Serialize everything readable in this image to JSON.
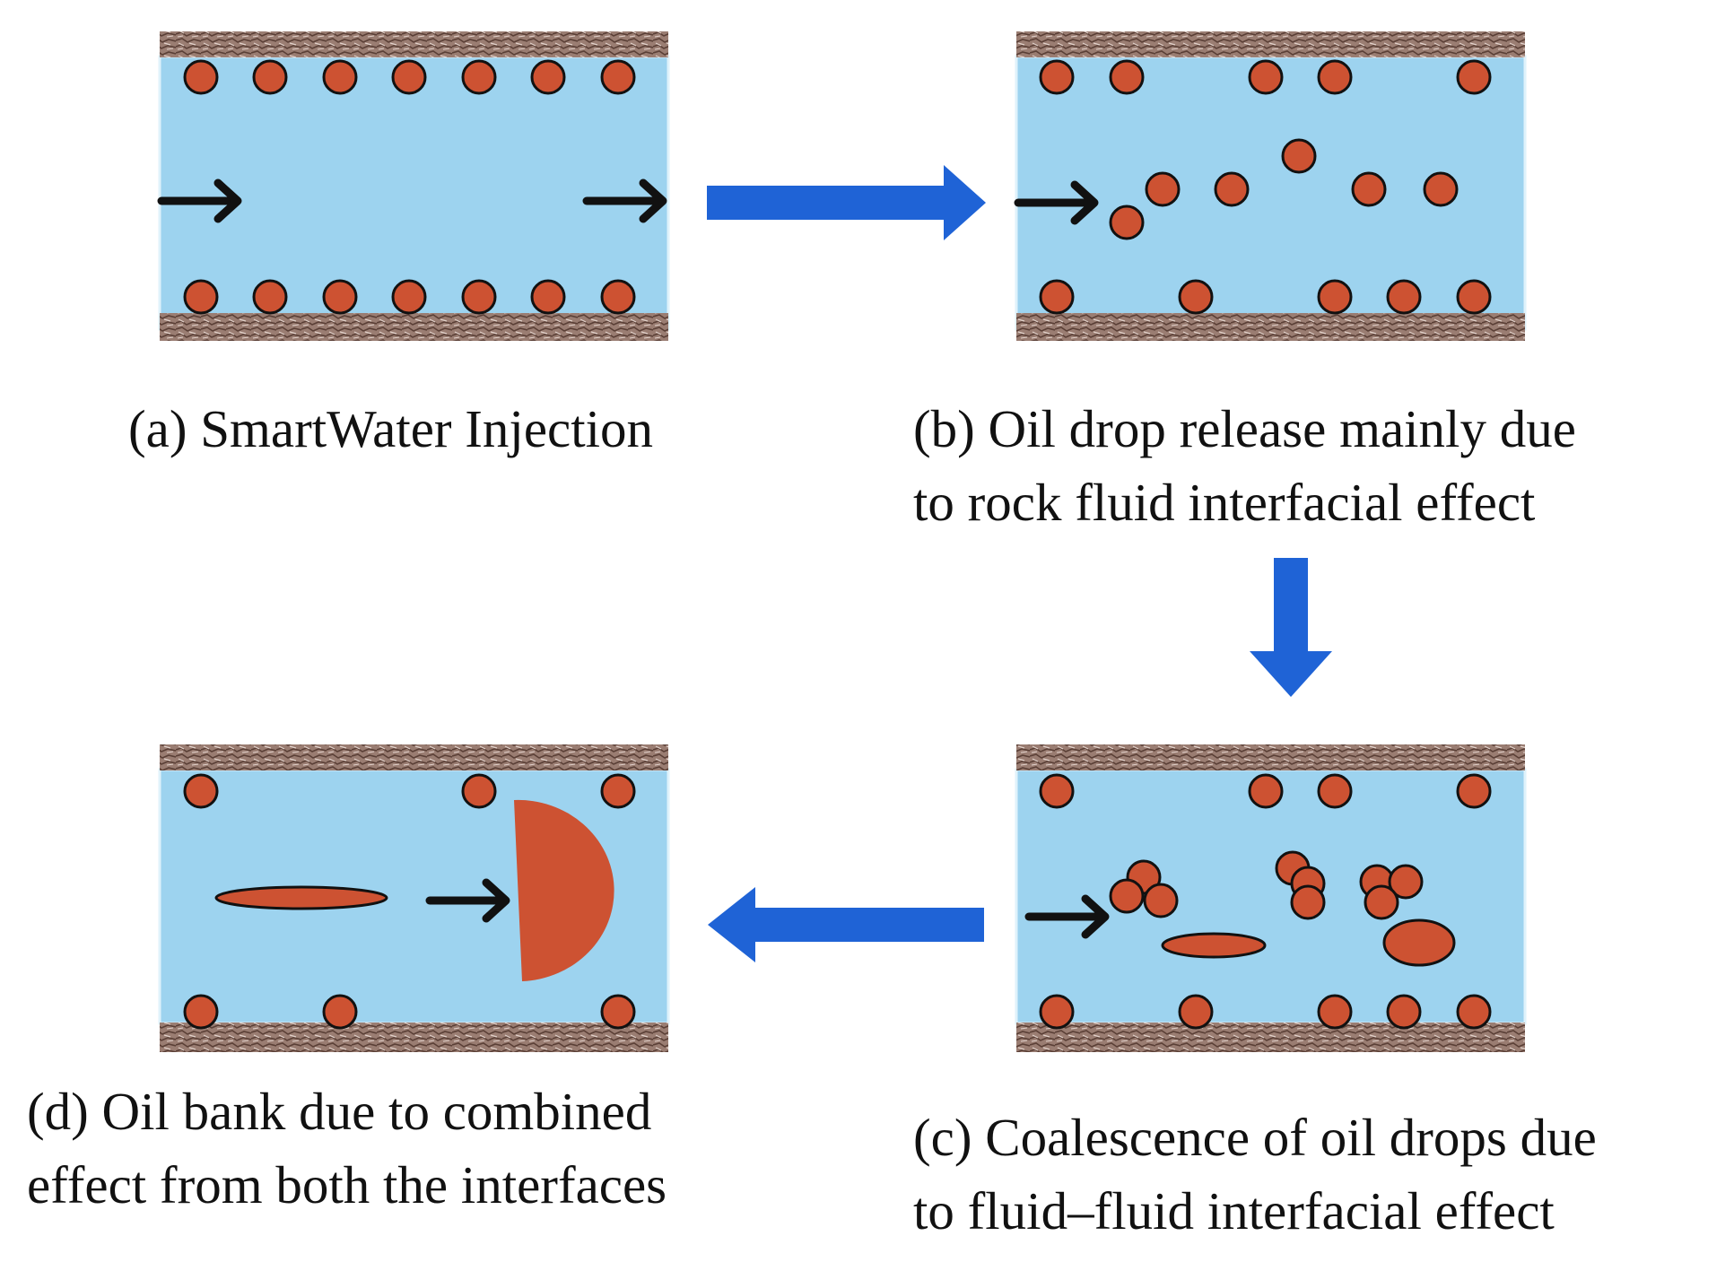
{
  "colors": {
    "water": "#9dd3ef",
    "water_edge": "#dff2fb",
    "rock": "#9a7d72",
    "rock_dark": "#5a3f36",
    "oil": "#cd5232",
    "outline": "#111111",
    "flow_arrow": "#1f63d6"
  },
  "panels": {
    "a": {
      "caption": [
        "(a) SmartWater Injection"
      ],
      "top_drops": 7,
      "bottom_drops": 7
    },
    "b": {
      "caption": [
        "(b) Oil drop release mainly due",
        "to rock fluid interfacial effect"
      ]
    },
    "c": {
      "caption": [
        "(c) Coalescence of oil drops due",
        "to fluid–fluid interfacial effect"
      ]
    },
    "d": {
      "caption": [
        "(d) Oil bank due to combined",
        "effect from both the interfaces"
      ]
    }
  }
}
